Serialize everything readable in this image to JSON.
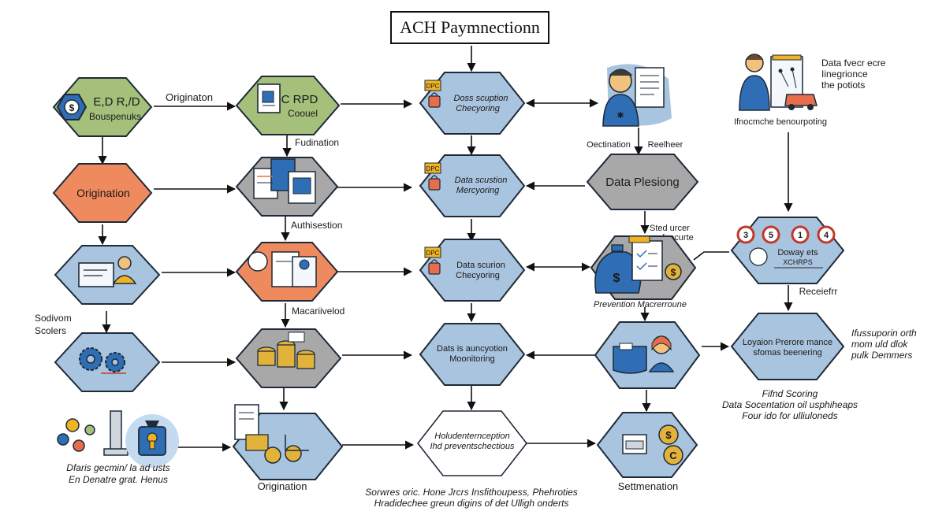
{
  "title": "ACH Paymnectionn",
  "colors": {
    "blue": "#a9c4de",
    "green": "#a5c07a",
    "orange": "#ef8a5f",
    "gray": "#9a9a9a",
    "outline": "#1e2a38",
    "coin": "#e2b33a"
  },
  "col1": {
    "n1_line1": "E,D R,/D",
    "n1_line2": "Bouspenuks",
    "n2": "Origination",
    "side3_line1": "Sodivom",
    "side3_line2": "Scolers",
    "bottom_line1": "Dfaris gecmin/ la ad usts",
    "bottom_line2": "En Denatre grat. Henus"
  },
  "col2": {
    "n1_line1": "C RPD",
    "n1_line2": "Coouel",
    "edge_top": "Originaton",
    "lbl1": "Fudination",
    "lbl2": "Authisestion",
    "lbl3": "Macariivelod",
    "bottom": "Origination"
  },
  "col3": {
    "n1_line1": "Doss scuption",
    "n1_line2": "Checyoring",
    "n2_line1": "Data scustion",
    "n2_line2": "Mercyoring",
    "n3_line1": "Data scurion",
    "n3_line2": "Checyoring",
    "n4_line1": "Dats is auncyotion",
    "n4_line2": "Moonitoring",
    "n5_line1": "Holudenternception",
    "n5_line2": "Ihd preventschectious",
    "tag": "DPC",
    "bottom_line1": "Sorwres oric. Hone Jrcrs Insfithoupess, Phehroties",
    "bottom_line2": "Hradidechee greun digins of det Ulligh onderts"
  },
  "col4": {
    "top_label": "Oectination",
    "top_label2": "Reelheer",
    "n2": "Data Plesiong",
    "side_line1": "Sted urcer",
    "side_line2": "feocurte",
    "lbl3": "Prevention Macrerroune",
    "bottom": "Settmenation"
  },
  "col5": {
    "top_line1": "Data fvecr ecre",
    "top_line2": "Iinegrionce",
    "top_line3": "the potiots",
    "top_caption": "Ifnocmche benourpoting",
    "n2_line1": "Doway ets",
    "n2_line2": "XCHRPS",
    "badges": [
      "3",
      "5",
      "1",
      "4"
    ],
    "lbl_mid": "Receiefrr",
    "n3_line1": "Loyaion Prerore mance",
    "n3_line2": "sfomas beenering",
    "side_line1": "Ifussuporin orth",
    "side_line2": "mom uld dlok",
    "side_line3": "pulk Demmers",
    "bottom_line1": "Fifnd Scoring",
    "bottom_line2": "Data Socentation oil usphiheaps",
    "bottom_line3": "Four ido for ulliuloneds"
  }
}
